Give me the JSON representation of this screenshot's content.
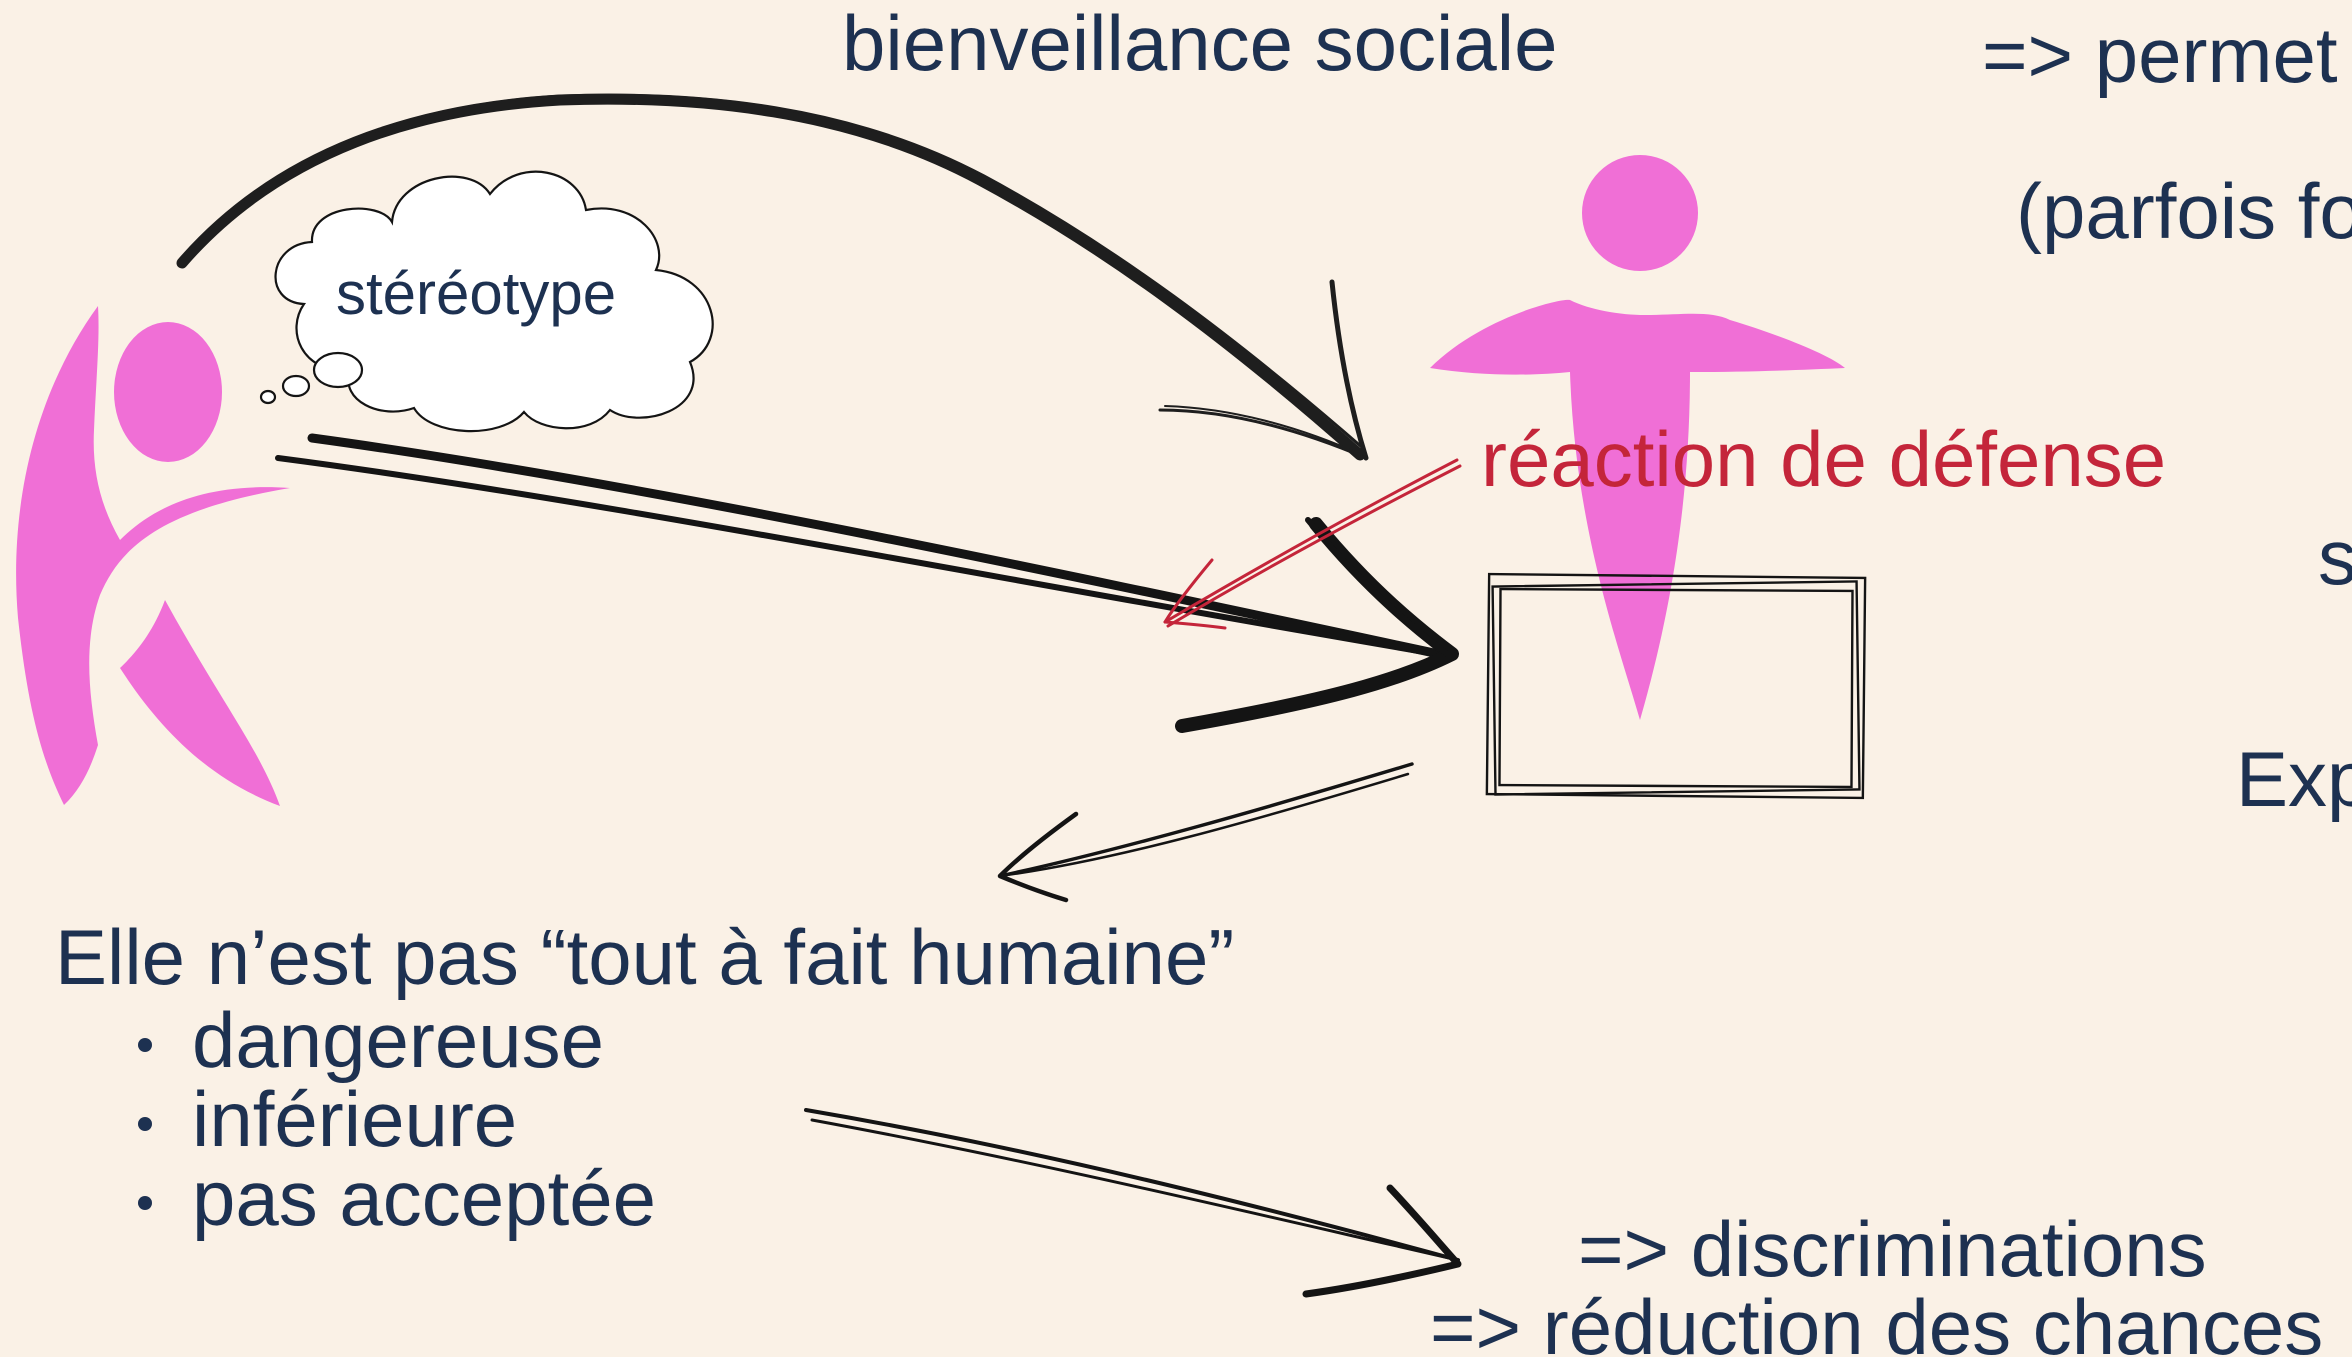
{
  "labels": {
    "top": "bienveillance sociale",
    "right": [
      "=> permet",
      "(parfois fo",
      "s",
      "Exp"
    ],
    "thought": "stéréotype",
    "defense": "réaction de défense",
    "statement": "Elle n’est pas “tout à fait humaine”",
    "traits": [
      "dangereuse",
      "inférieure",
      "pas acceptée"
    ],
    "consequences": [
      "=> discriminations",
      "=> réduction des chances"
    ]
  },
  "colors": {
    "background": "#FAF1E6",
    "text": "#1D3151",
    "figure": "#F06FD6",
    "defense": "#C4253A",
    "stroke": "#141414"
  },
  "icons": {
    "left_figure": "person-figure-icon",
    "right_figure": "person-figure-icon",
    "thought_bubble": "thought-bubble-icon"
  }
}
